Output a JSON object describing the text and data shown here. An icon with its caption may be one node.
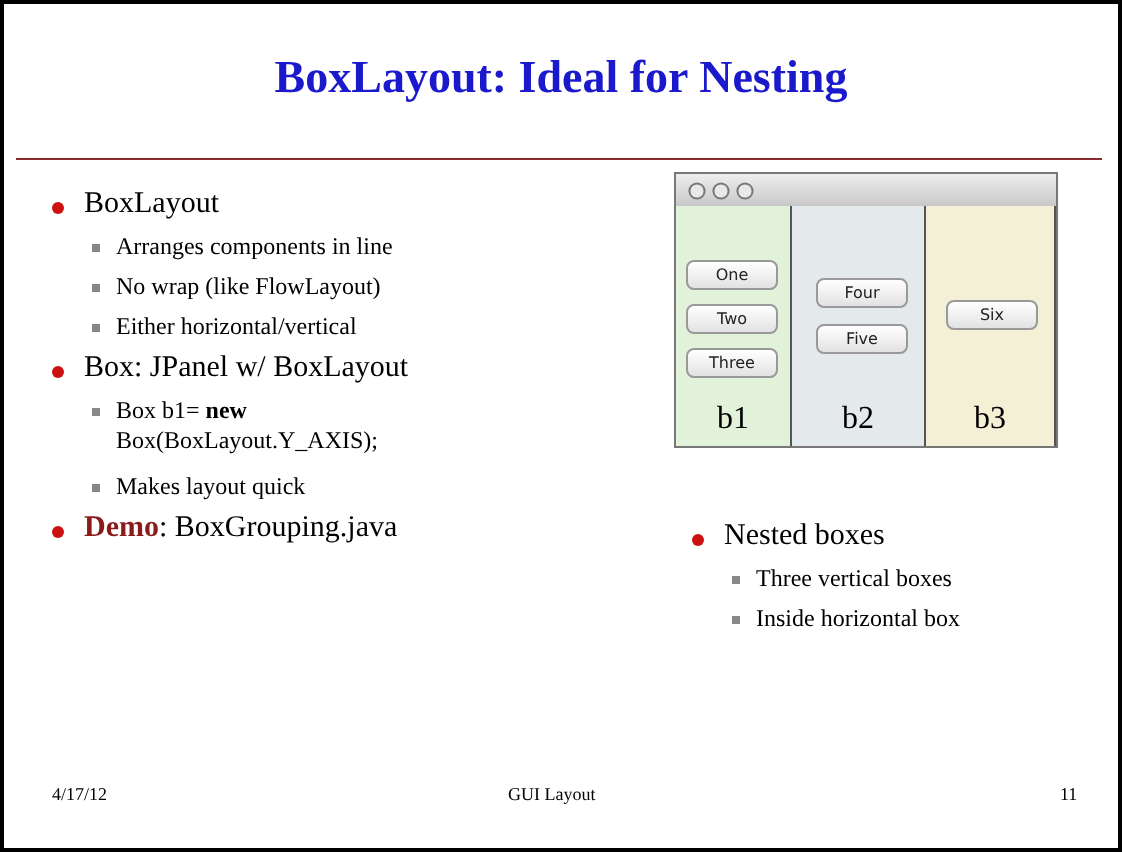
{
  "diagram": {
    "title": "BoxLayout: Ideal for Nesting",
    "nodes": [
      {
        "text": [
          "b1"
        ]
      },
      {
        "text": [
          "One"
        ],
        "in": 0
      },
      {
        "text": [
          "Two"
        ],
        "in": 0
      },
      {
        "text": [
          "Three"
        ],
        "in": 0
      },
      {
        "text": [
          "b2"
        ]
      },
      {
        "text": [
          "Four"
        ],
        "in": 4
      },
      {
        "text": [
          "Five"
        ],
        "in": 4
      },
      {
        "text": [
          "b3"
        ]
      },
      {
        "text": [
          "Six"
        ],
        "in": 7
      }
    ],
    "labels": [
      "BoxLayout",
      "Arranges components in line",
      "No wrap (like FlowLayout)",
      "Either horizontal/vertical",
      "Box: JPanel w/ BoxLayout",
      "Box b1= **new** Box(BoxLayout.Y_AXIS);",
      "Makes layout quick",
      "**Demo**: BoxGrouping.java",
      "Nested boxes",
      "Three vertical boxes",
      "Inside horizontal box",
      "4/17/12",
      "GUI Layout",
      "11"
    ]
  }
}
